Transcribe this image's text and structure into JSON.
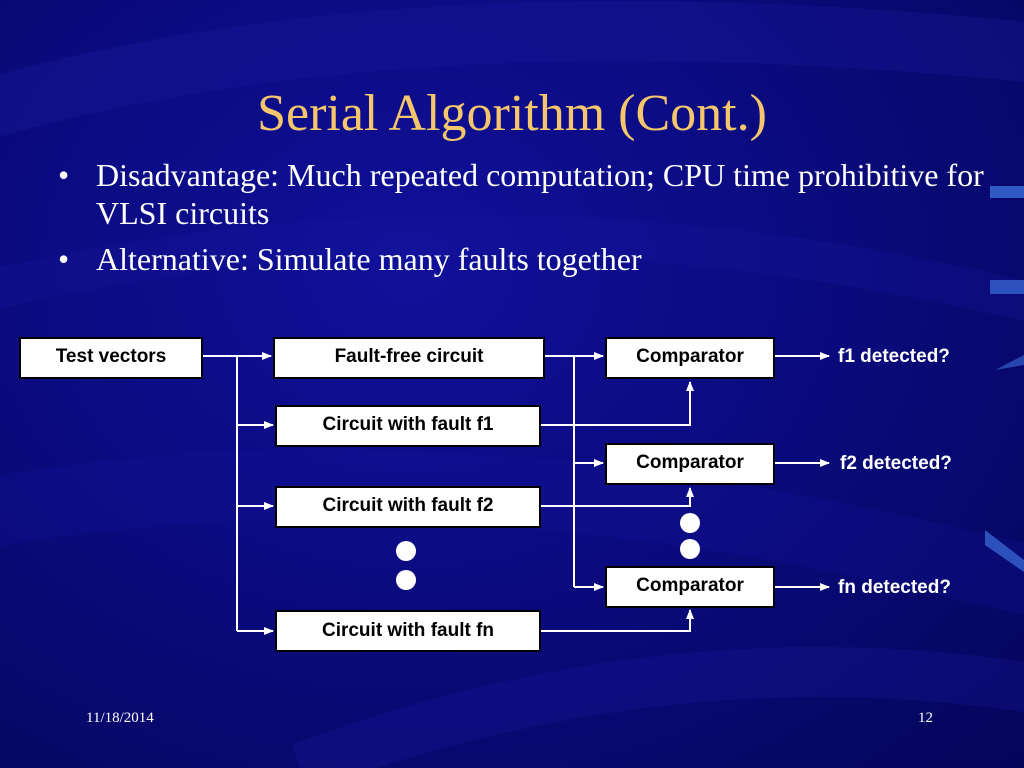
{
  "slide": {
    "title": "Serial Algorithm (Cont.)",
    "bullets": [
      "Disadvantage: Much repeated computation; CPU time prohibitive for VLSI circuits",
      "Alternative: Simulate many faults together"
    ],
    "bullet_glyph": "•",
    "date": "11/18/2014",
    "page_number": "12"
  },
  "diagram": {
    "input": "Test vectors",
    "circuits": [
      "Fault-free circuit",
      "Circuit with fault f1",
      "Circuit with fault f2",
      "Circuit with fault fn"
    ],
    "comparators": [
      "Comparator",
      "Comparator",
      "Comparator"
    ],
    "outputs": [
      "f1 detected?",
      "f2 detected?",
      "fn detected?"
    ]
  },
  "colors": {
    "background": "#0b0b80",
    "title": "#f5c66b",
    "text": "#ffffff",
    "box_fill": "#ffffff",
    "wire": "#ffffff"
  }
}
